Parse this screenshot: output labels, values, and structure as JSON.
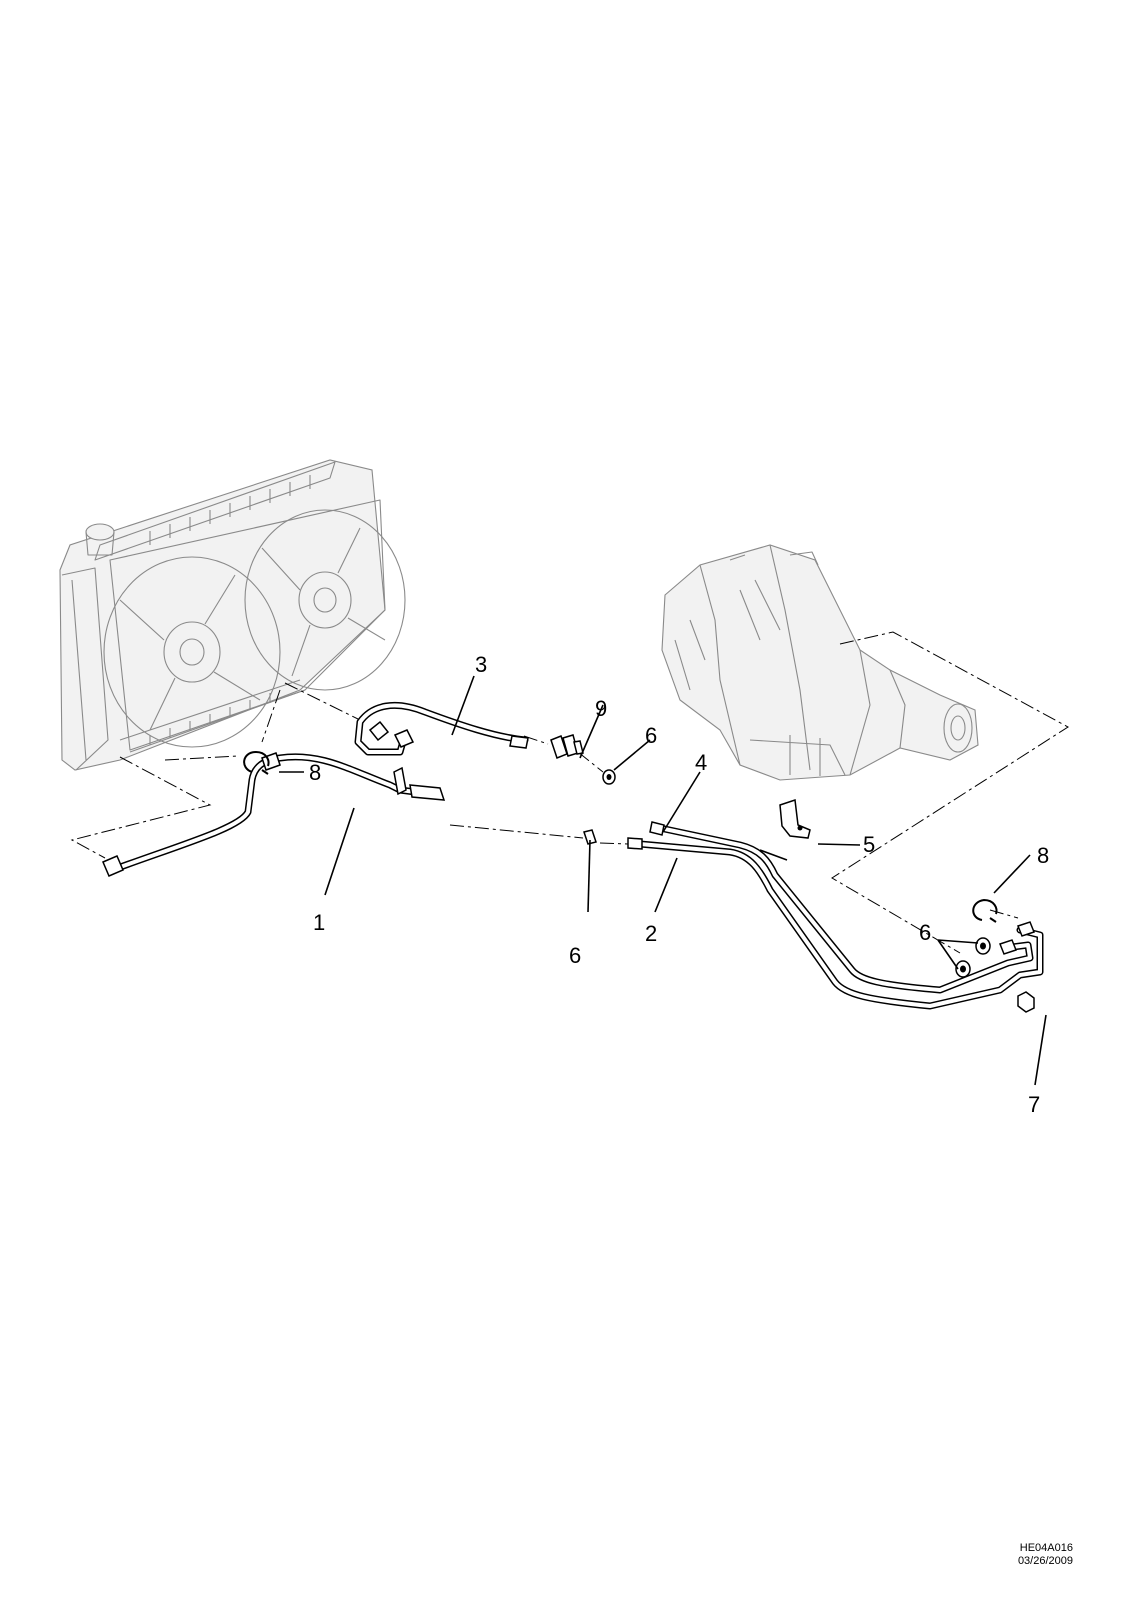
{
  "callouts": {
    "c1": "1",
    "c2": "2",
    "c3": "3",
    "c4": "4",
    "c5": "5",
    "c6a": "6",
    "c6b": "6",
    "c6c": "6",
    "c7": "7",
    "c8a": "8",
    "c8b": "8",
    "c9": "9"
  },
  "footer": {
    "code": "HE04A016",
    "date": "03/26/2009"
  }
}
